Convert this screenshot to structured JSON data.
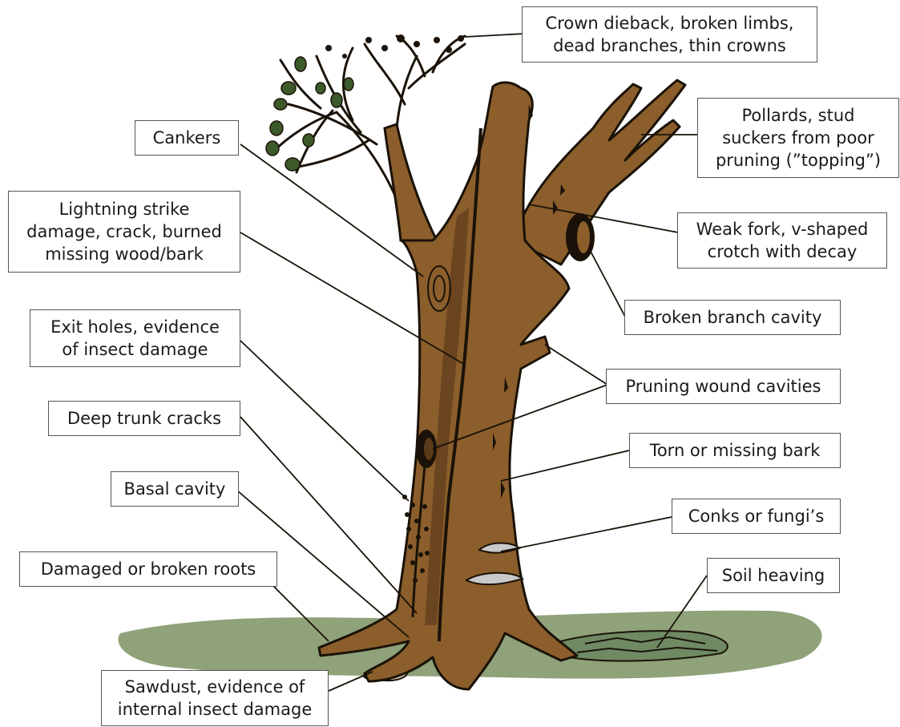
{
  "labels": {
    "crown_dieback": [
      "Crown dieback, broken limbs,",
      "dead branches, thin crowns"
    ],
    "pollards": [
      "Pollards, stud",
      "suckers from poor",
      "pruning (”topping”)"
    ],
    "cankers": [
      "Cankers"
    ],
    "lightning": [
      "Lightning strike",
      "damage, crack, burned",
      "missing wood/bark"
    ],
    "weak_fork": [
      "Weak fork, v-shaped",
      "crotch with decay"
    ],
    "broken_branch": [
      "Broken branch cavity"
    ],
    "exit_holes": [
      "Exit holes, evidence",
      "of insect damage"
    ],
    "pruning_wound": [
      "Pruning wound cavities"
    ],
    "deep_cracks": [
      "Deep trunk cracks"
    ],
    "torn_bark": [
      "Torn or missing bark"
    ],
    "basal_cavity": [
      "Basal cavity"
    ],
    "conks": [
      "Conks or fungi’s"
    ],
    "damaged_roots": [
      "Damaged or broken roots"
    ],
    "soil_heaving": [
      "Soil heaving"
    ],
    "sawdust": [
      "Sawdust, evidence of",
      "internal insect damage"
    ]
  },
  "colors": {
    "trunk": "#8b5e2b",
    "trunk_shadow": "#6b4520",
    "outline": "#1a1208",
    "ground": "#8fa27a",
    "leaf": "#3d5a2a",
    "fungus": "#c9c9c9"
  }
}
